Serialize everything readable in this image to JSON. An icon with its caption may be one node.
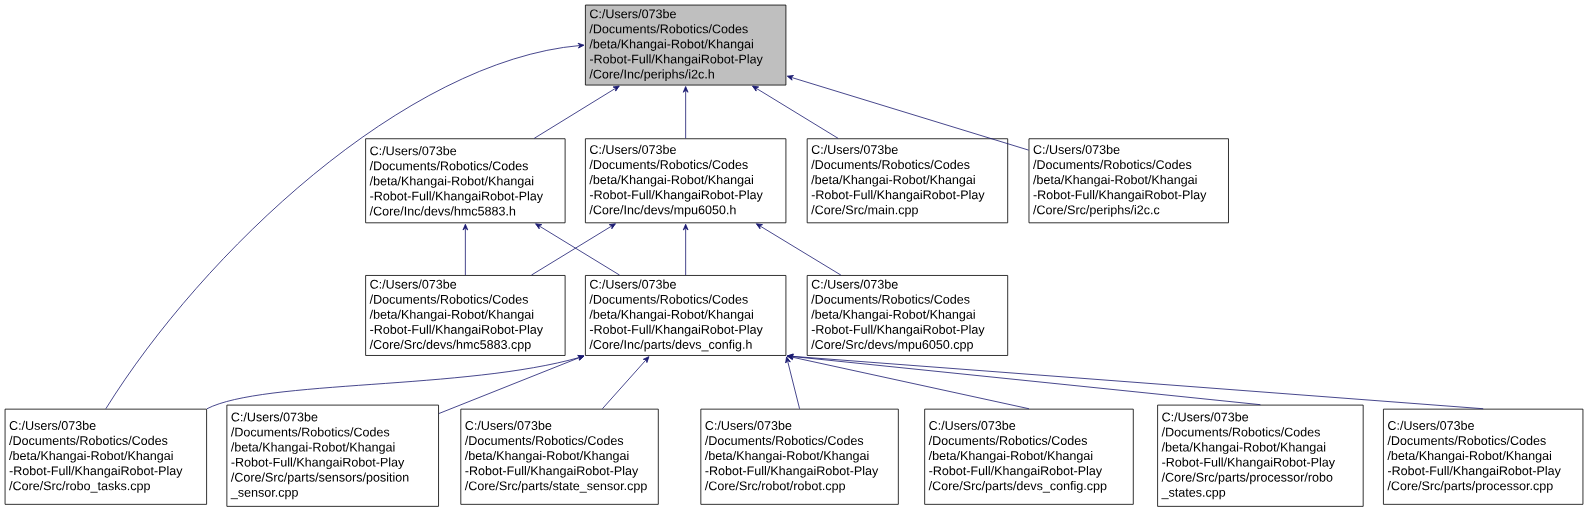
{
  "diagram": {
    "nodes": [
      {
        "text": [
          "C:/Users/073be /Documents/Robotics/Codes /beta/Khangai-Robot/Khangai -Robot-Full/KhangaiRobot-Play /Core/Inc/periphs/i2c.h"
        ]
      },
      {
        "text": [
          "C:/Users/073be /Documents/Robotics/Codes /beta/Khangai-Robot/Khangai -Robot-Full/KhangaiRobot-Play /Core/Inc/devs/hmc5883.h"
        ]
      },
      {
        "text": [
          "C:/Users/073be /Documents/Robotics/Codes /beta/Khangai-Robot/Khangai -Robot-Full/KhangaiRobot-Play /Core/Inc/devs/mpu6050.h"
        ]
      },
      {
        "text": [
          "C:/Users/073be /Documents/Robotics/Codes /beta/Khangai-Robot/Khangai -Robot-Full/KhangaiRobot-Play /Core/Src/main.cpp"
        ]
      },
      {
        "text": [
          "C:/Users/073be /Documents/Robotics/Codes /beta/Khangai-Robot/Khangai -Robot-Full/KhangaiRobot-Play /Core/Src/periphs/i2c.c"
        ]
      },
      {
        "text": [
          "C:/Users/073be /Documents/Robotics/Codes /beta/Khangai-Robot/Khangai -Robot-Full/KhangaiRobot-Play /Core/Src/devs/hmc5883.cpp"
        ]
      },
      {
        "text": [
          "C:/Users/073be /Documents/Robotics/Codes /beta/Khangai-Robot/Khangai -Robot-Full/KhangaiRobot-Play /Core/Inc/parts/devs_config.h"
        ]
      },
      {
        "text": [
          "C:/Users/073be /Documents/Robotics/Codes /beta/Khangai-Robot/Khangai -Robot-Full/KhangaiRobot-Play /Core/Src/devs/mpu6050.cpp"
        ]
      },
      {
        "text": [
          "C:/Users/073be /Documents/Robotics/Codes /beta/Khangai-Robot/Khangai -Robot-Full/KhangaiRobot-Play /Core/Src/robo_tasks.cpp"
        ]
      },
      {
        "text": [
          "C:/Users/073be /Documents/Robotics/Codes /beta/Khangai-Robot/Khangai -Robot-Full/KhangaiRobot-Play /Core/Src/parts/sensors/position _sensor.cpp"
        ]
      },
      {
        "text": [
          "C:/Users/073be /Documents/Robotics/Codes /beta/Khangai-Robot/Khangai -Robot-Full/KhangaiRobot-Play /Core/Src/parts/state_sensor.cpp"
        ]
      },
      {
        "text": [
          "C:/Users/073be /Documents/Robotics/Codes /beta/Khangai-Robot/Khangai -Robot-Full/KhangaiRobot-Play /Core/Src/robot/robot.cpp"
        ]
      },
      {
        "text": [
          "C:/Users/073be /Documents/Robotics/Codes /beta/Khangai-Robot/Khangai -Robot-Full/KhangaiRobot-Play /Core/Src/parts/devs_config.cpp"
        ]
      },
      {
        "text": [
          "C:/Users/073be /Documents/Robotics/Codes /beta/Khangai-Robot/Khangai -Robot-Full/KhangaiRobot-Play /Core/Src/parts/processor/robo _states.cpp"
        ]
      },
      {
        "text": [
          "C:/Users/073be /Documents/Robotics/Codes /beta/Khangai-Robot/Khangai -Robot-Full/KhangaiRobot-Play /Core/Src/parts/processor.cpp"
        ]
      }
    ],
    "edges": [
      {
        "from": 1,
        "to": 0,
        "arrow": "to"
      },
      {
        "from": 2,
        "to": 0,
        "arrow": "to"
      },
      {
        "from": 3,
        "to": 0,
        "arrow": "to"
      },
      {
        "from": 4,
        "to": 0,
        "arrow": "to"
      },
      {
        "from": 8,
        "to": 0,
        "arrow": "to"
      },
      {
        "from": 5,
        "to": 1,
        "arrow": "to"
      },
      {
        "from": 6,
        "to": 1,
        "arrow": "to"
      },
      {
        "from": 5,
        "to": 2,
        "arrow": "to"
      },
      {
        "from": 6,
        "to": 2,
        "arrow": "to"
      },
      {
        "from": 7,
        "to": 2,
        "arrow": "to"
      },
      {
        "from": 8,
        "to": 6,
        "arrow": "to"
      },
      {
        "from": 9,
        "to": 6,
        "arrow": "to"
      },
      {
        "from": 10,
        "to": 6,
        "arrow": "to"
      },
      {
        "from": 11,
        "to": 6,
        "arrow": "to"
      },
      {
        "from": 12,
        "to": 6,
        "arrow": "to"
      },
      {
        "from": 13,
        "to": 6,
        "arrow": "to"
      },
      {
        "from": 14,
        "to": 6,
        "arrow": "to"
      }
    ]
  }
}
